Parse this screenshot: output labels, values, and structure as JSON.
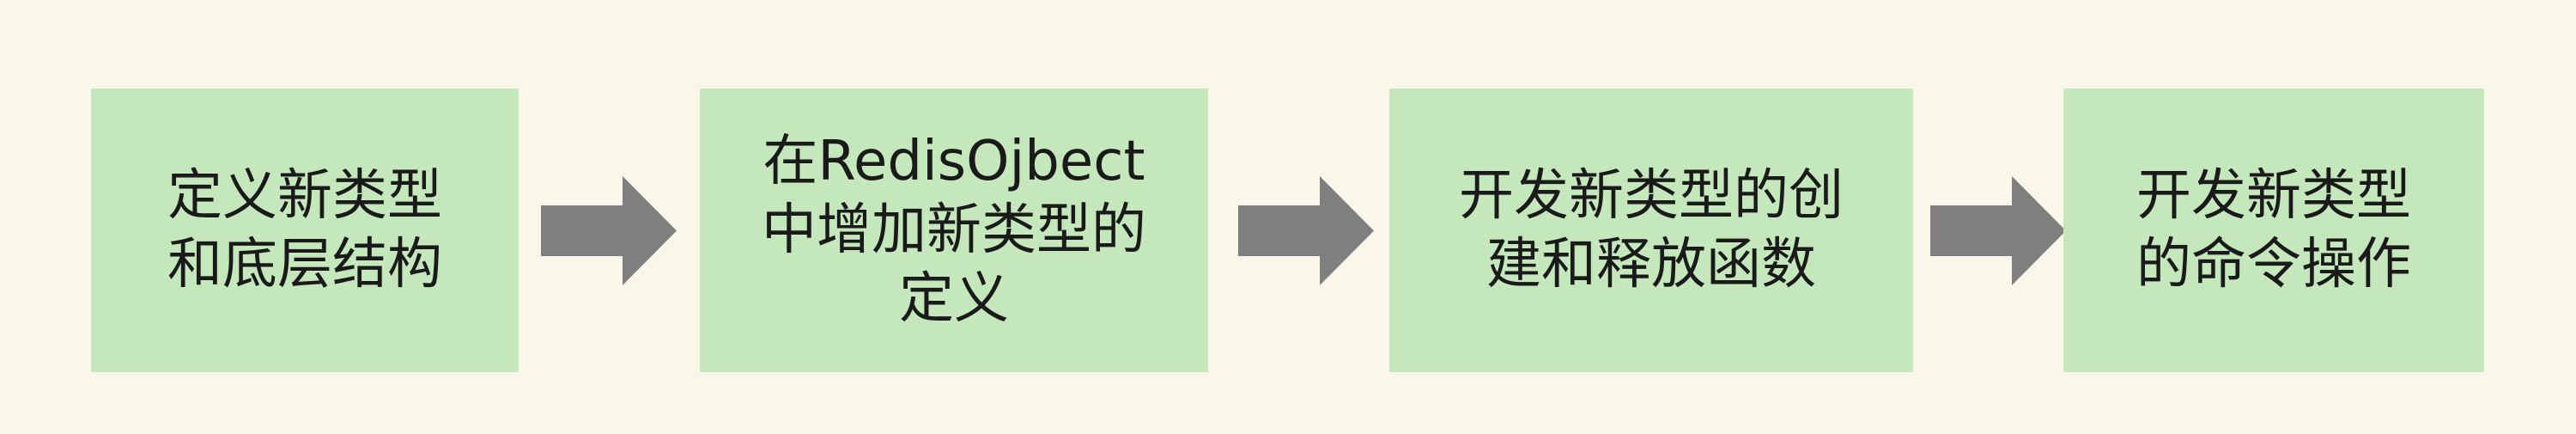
{
  "flow": {
    "steps": [
      {
        "label": "定义新类型\n和底层结构"
      },
      {
        "label": "在RedisOjbect\n中增加新类型的\n定义"
      },
      {
        "label": "开发新类型的创\n建和释放函数"
      },
      {
        "label": "开发新类型\n的命令操作"
      }
    ],
    "colors": {
      "background": "#faf7ea",
      "box_fill": "#c4e8bc",
      "arrow_fill": "#7f7f7f",
      "text": "#1a1a1a"
    }
  }
}
